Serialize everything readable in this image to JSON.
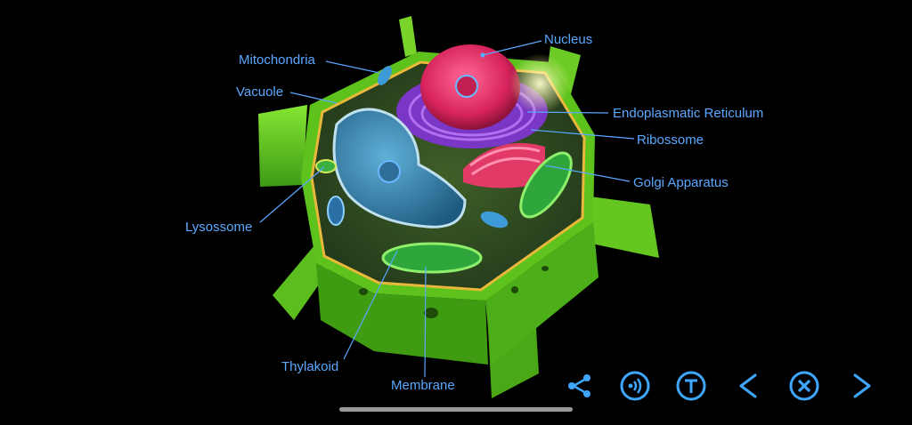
{
  "labels": {
    "nucleus": "Nucleus",
    "mitochondria": "Mitochondria",
    "vacuole": "Vacuole",
    "endoplasmatic_reticulum": "Endoplasmatic Reticulum",
    "ribossome": "Ribossome",
    "golgi_apparatus": "Golgi Apparatus",
    "lysossome": "Lysossome",
    "thylakoid": "Thylakoid",
    "membrane": "Membrane"
  },
  "toolbar": {
    "buttons": [
      "share-icon",
      "audio-icon",
      "text-icon",
      "previous-icon",
      "close-icon",
      "next-icon"
    ],
    "color": "#3ea6ff"
  },
  "colors": {
    "label": "#5aa8ff",
    "wall": "#6fd12a",
    "cytoplasm": "#2f4a1e",
    "nucleus": "#e0306a",
    "vacuole": "#3e8db8",
    "er": "#8a3fd0",
    "golgi": "#e8406a",
    "chloroplast": "#3ac94a"
  }
}
